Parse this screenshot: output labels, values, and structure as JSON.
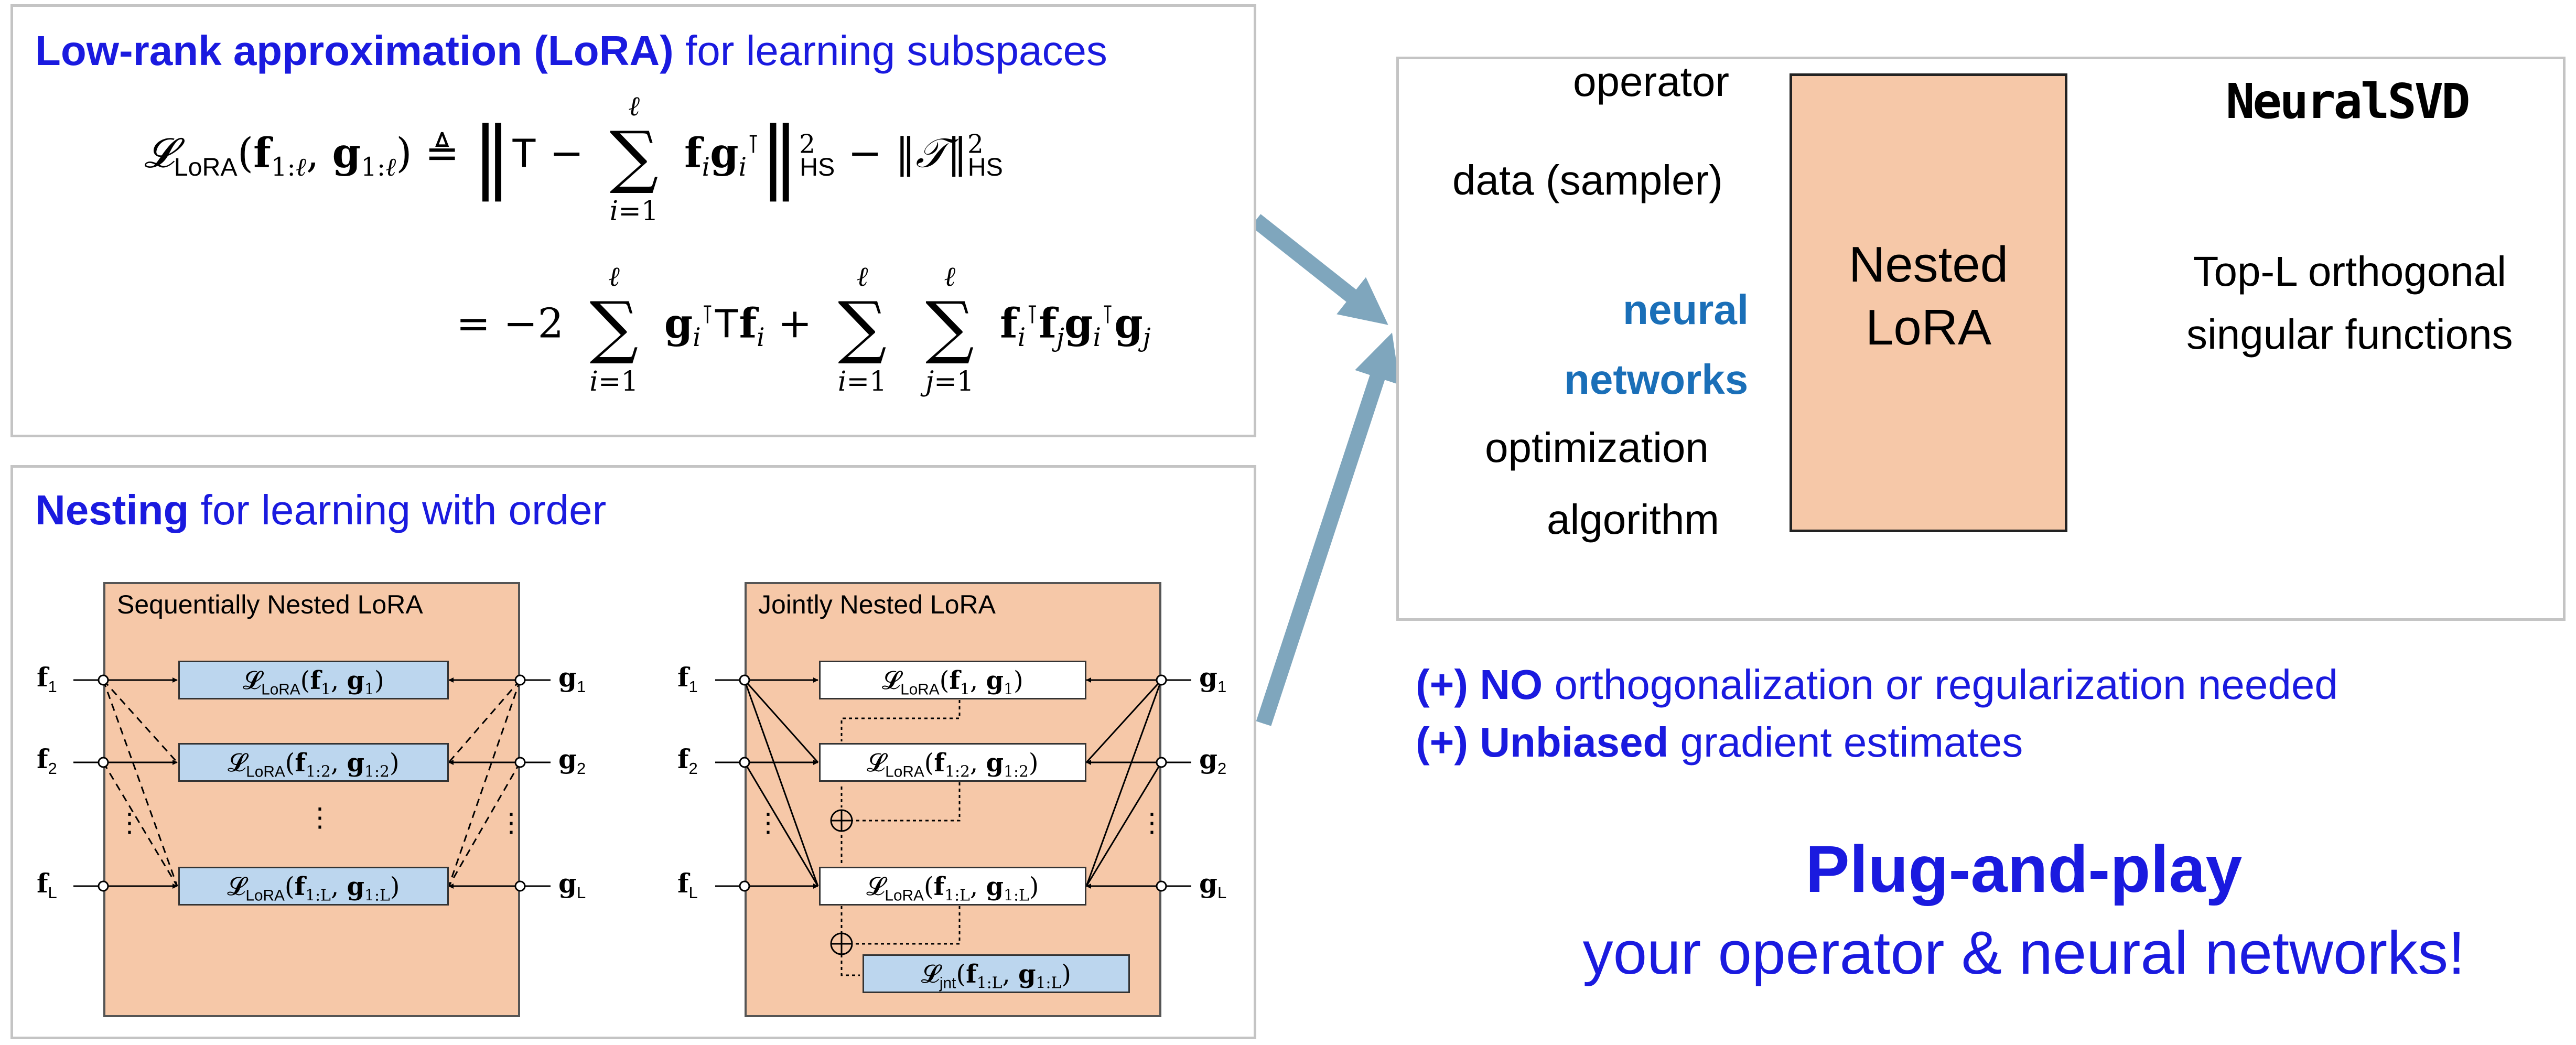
{
  "lora_panel": {
    "title_bold": "Low-rank approximation (LoRA)",
    "title_rest": " for learning subspaces"
  },
  "nesting_panel": {
    "title_bold": "Nesting",
    "title_rest": " for learning with order",
    "sequential": {
      "title": "Sequentially Nested LoRA",
      "left_labels": [
        "f1",
        "f2",
        "fL"
      ],
      "right_labels": [
        "g1",
        "g2",
        "gL"
      ],
      "ellipsis": "⋮"
    },
    "joint": {
      "title": "Jointly Nested LoRA",
      "left_labels": [
        "f1",
        "f2",
        "fL"
      ],
      "right_labels": [
        "g1",
        "g2",
        "gL"
      ],
      "ellipsis": "⋮",
      "plus_symbol": "⊕"
    }
  },
  "neuralsvd": {
    "logo": "NeuralSVD",
    "inputs": {
      "operator": "operator",
      "data": "data (sampler)",
      "neural_1": "neural",
      "neural_2": "networks",
      "opt_1": "optimization",
      "opt_2": "algorithm"
    },
    "box_line1": "Nested",
    "box_line2": "LoRA",
    "output_line1": "Top-L orthogonal",
    "output_line2": "singular functions"
  },
  "notes": {
    "n1_prefix": "(+) ",
    "n1_bold": "NO",
    "n1_rest": " orthogonalization or regularization needed",
    "n2_prefix": "(+) ",
    "n2_bold": "Unbiased",
    "n2_rest": " gradient estimates"
  },
  "plug": {
    "title": "Plug-and-play",
    "subtitle": "your operator & neural networks!"
  },
  "colors": {
    "blue_text": "#1a1adf",
    "accent_blue": "#1a6fb8",
    "peach": "#f6c8a8",
    "box_blue": "#bcd6ee",
    "arrow_steel": "#7fa6bd"
  }
}
